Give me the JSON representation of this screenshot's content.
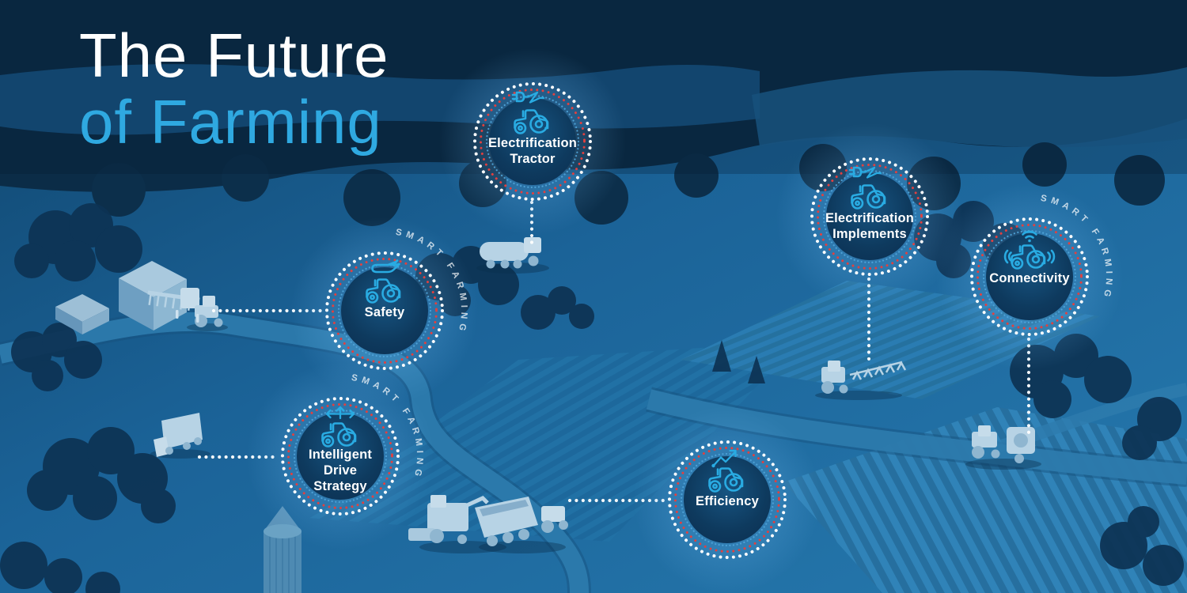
{
  "title": {
    "line1": "The Future",
    "line2": "of Farming"
  },
  "arc_label": "SMART FARMING",
  "colors": {
    "title_blue": "#2fa9e1",
    "icon_blue": "#29abe2",
    "dot_white": "#ffffff",
    "dot_red": "#e2403f",
    "dot_inner_blue": "#4fa3d8",
    "hub_fill": "#0e3a5e",
    "background_blue": "#1e6ca2",
    "forest_navy": "#0b2c47"
  },
  "hubs": [
    {
      "id": "electrification-tractor",
      "label": "Electrification\nTractor",
      "icon": "electric-plug-tractor-icon"
    },
    {
      "id": "electrification-implements",
      "label": "Electrification\nImplements",
      "icon": "electric-plug-tractor-icon"
    },
    {
      "id": "connectivity",
      "label": "Connectivity",
      "icon": "connected-tractor-icon"
    },
    {
      "id": "safety",
      "label": "Safety",
      "icon": "hand-over-tractor-icon"
    },
    {
      "id": "intelligent-drive-strategy",
      "label": "Intelligent\nDrive\nStrategy",
      "icon": "guided-tractor-icon"
    },
    {
      "id": "efficiency",
      "label": "Efficiency",
      "icon": "growth-arrow-tractor-icon"
    }
  ],
  "scene": {
    "description": "Blue-tinted aerial farm landscape with forest, river, striped crop fields, winding roads, farmstead, silo and machinery",
    "vehicles": [
      "slurry-tanker",
      "tractor-with-harrow",
      "box-truck",
      "forage-harvester",
      "tractor-with-trailer",
      "tractor-with-seeder",
      "tractor-with-baler"
    ]
  }
}
